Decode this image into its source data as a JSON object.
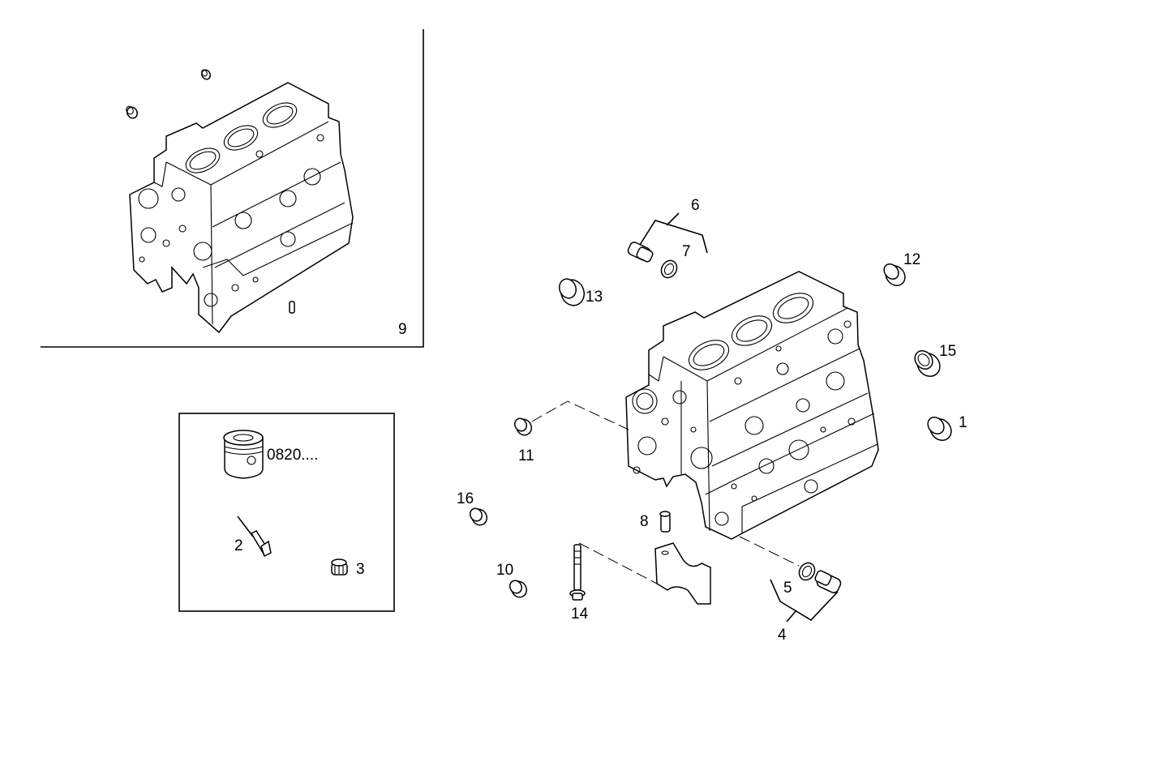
{
  "diagram": {
    "labels": {
      "p1": "1",
      "p2": "2",
      "p3": "3",
      "p4": "4",
      "p5": "5",
      "p6": "6",
      "p7": "7",
      "p8": "8",
      "p9": "9",
      "p10": "10",
      "p11": "11",
      "p12": "12",
      "p13": "13",
      "p14": "14",
      "p15": "15",
      "p16": "16",
      "piston": "0820...."
    }
  }
}
